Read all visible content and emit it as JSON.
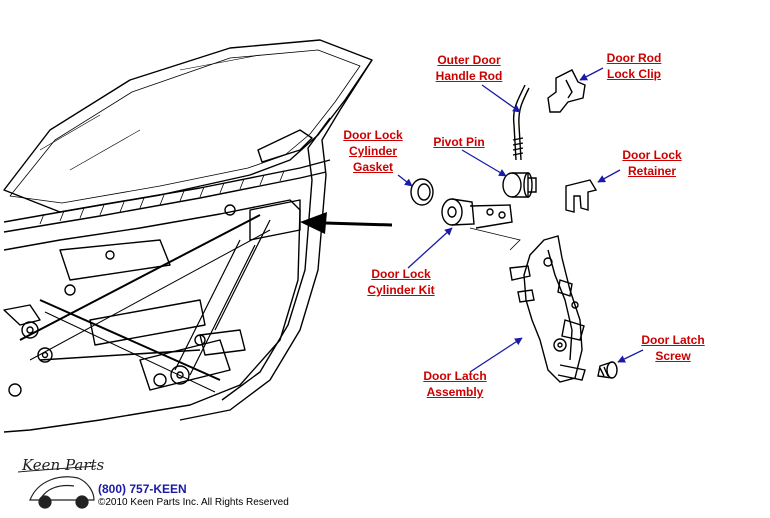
{
  "labels": {
    "outer_door_handle_rod": [
      "Outer Door",
      "Handle Rod"
    ],
    "door_rod_lock_clip": [
      "Door Rod",
      "Lock Clip"
    ],
    "door_lock_cylinder_gasket": [
      "Door Lock",
      "Cylinder",
      "Gasket"
    ],
    "pivot_pin": [
      "Pivot Pin"
    ],
    "door_lock_retainer": [
      "Door Lock",
      "Retainer"
    ],
    "door_lock_cylinder_kit": [
      "Door Lock",
      "Cylinder Kit"
    ],
    "door_latch_screw": [
      "Door Latch",
      "Screw"
    ],
    "door_latch_assembly": [
      "Door Latch",
      "Assembly"
    ]
  },
  "footer": {
    "logo_text": "Keen Parts",
    "phone": "(800) 757-KEEN",
    "copyright": "©2010 Keen Parts Inc. All Rights Reserved"
  },
  "colors": {
    "label": "#cc0000",
    "leader": "#1a1aa6",
    "line": "#000000",
    "phone": "#1a1aa6"
  }
}
